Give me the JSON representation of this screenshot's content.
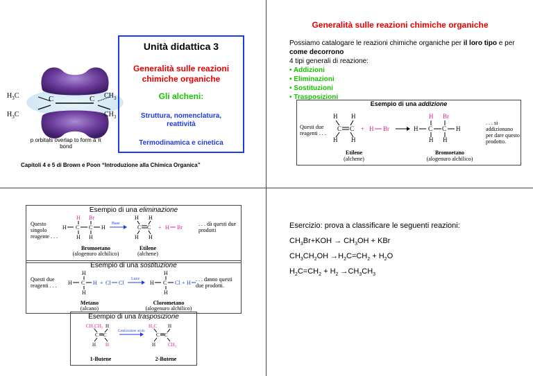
{
  "slide1": {
    "title": "Unità didattica 3",
    "subtitle": "Generalità sulle reazioni chimiche organiche",
    "alkenes": "Gli alcheni:",
    "topics": "Struttura, nomenclatura, reattività",
    "thermo": "Termodinamica e cinetica",
    "caption": "p orbitals overlap to form a π bond",
    "ref": "Capitoli 4 e 5 di Brown e Poon “Introduzione alla Chimica Organica”",
    "mol": {
      "h3c_top": "H3C",
      "ch3_top": "CH3",
      "h3c_bot": "H3C",
      "ch3_bot": "CH3",
      "c": "C"
    }
  },
  "slide2": {
    "title": "Generalità sulle reazioni chimiche organiche",
    "intro_a": "Possiamo catalogare le reazioni chimiche organiche per ",
    "intro_b": "il loro tipo",
    "intro_c": " e per ",
    "intro_d": "come decorrono",
    "types_heading": "4 tipi generali di reazione:",
    "types": [
      "• Addizioni",
      "• Eliminazioni",
      "• Sostituzioni",
      "• Trasposizioni"
    ],
    "box_title": "Esempio di una ",
    "box_title_em": "addizione",
    "left_note": "Questi due reagenti . . .",
    "right_note": ". . . si addizionano per dare questo prodotto.",
    "reactant": "Etilene",
    "reactant_sub": "(alchene)",
    "product": "Bromoetano",
    "product_sub": "(alogenuro alchilico)"
  },
  "slide3": {
    "elim_title": "Esempio di una ",
    "elim_em": "eliminazione",
    "elim_left": "Questo singolo reagente . . .",
    "elim_right": ". . . dà questi due prodotti",
    "elim_reagent": "Bromoetano",
    "elim_reagent_sub": "(alogenuro alchilico)",
    "elim_product": "Etilene",
    "elim_product_sub": "(alchene)",
    "elim_arrow": "Base",
    "sub_title": "Esempio di una ",
    "sub_em": "sostituzione",
    "sub_left": "Questi due reagenti . . .",
    "sub_right": ". . . danno questi due prodotti.",
    "sub_reagent": "Metano",
    "sub_reagent_sub": "(alcano)",
    "sub_product": "Clorometano",
    "sub_product_sub": "(alogenuro alchilico)",
    "sub_arrow": "Luce",
    "tras_title": "Esempio di una ",
    "tras_em": "trasposizione",
    "tras_arrow": "Catalizzatore acido",
    "tras_reagent": "1-Butene",
    "tras_product": "2-Butene"
  },
  "slide4": {
    "exercise": "Esercizio: prova a classificare le seguenti reazioni:",
    "r1": "CH3Br+KOH → CH3OH + KBr",
    "r2": "CH3CH2OH →H2C=CH2 + H2O",
    "r3": "H2C=CH2 + H2 →CH3CH3"
  },
  "colors": {
    "red": "#e60000",
    "green": "#17c400",
    "blue": "#1f3ae0",
    "magenta": "#e0208c",
    "purple": "#6b3b9a"
  }
}
